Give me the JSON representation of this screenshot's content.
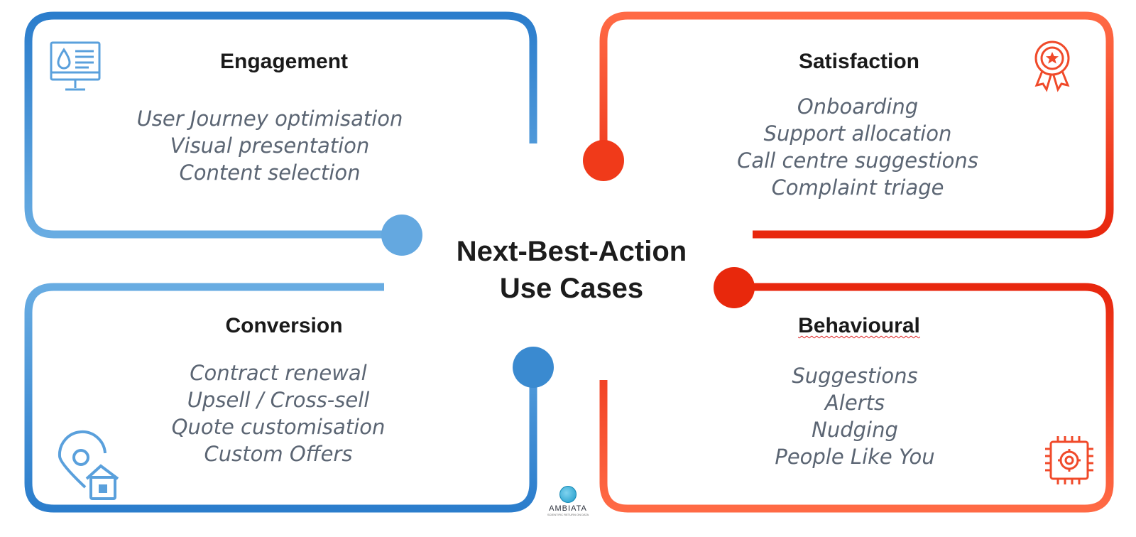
{
  "title": {
    "line1": "Next-Best-Action",
    "line2": "Use Cases"
  },
  "panels": [
    {
      "title": "Engagement",
      "color": "#3a86cc",
      "icon": "monitor-icon",
      "items": [
        "User Journey optimisation",
        "Visual presentation",
        "Content selection"
      ]
    },
    {
      "title": "Satisfaction",
      "color": "#f04a2a",
      "icon": "award-ribbon-icon",
      "items": [
        "Onboarding",
        "Support allocation",
        "Call centre suggestions",
        "Complaint triage"
      ]
    },
    {
      "title": "Conversion",
      "color": "#3a86cc",
      "icon": "location-home-icon",
      "items": [
        "Contract renewal",
        "Upsell / Cross-sell",
        "Quote customisation",
        "Custom Offers"
      ]
    },
    {
      "title": "Behavioural",
      "color": "#f04a2a",
      "icon": "cpu-chip-gear-icon",
      "items": [
        "Suggestions",
        "Alerts",
        "Nudging",
        "People Like You"
      ]
    }
  ],
  "logo": {
    "name": "AMBIATA",
    "tagline": "SCIENTIFIC RETURN ON DATA"
  }
}
